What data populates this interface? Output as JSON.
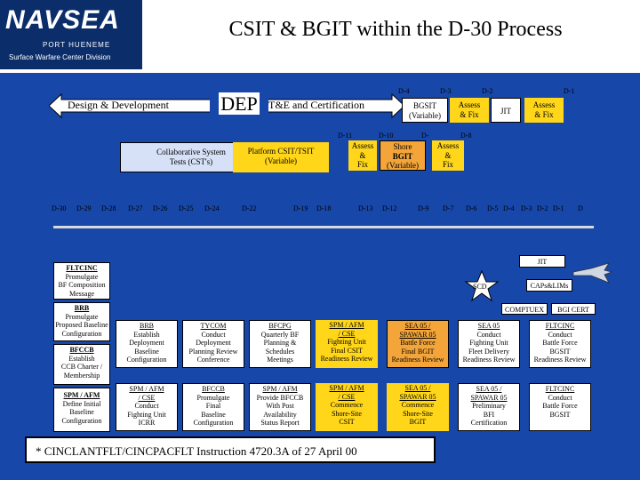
{
  "header": {
    "logo_word": "NAVSEA",
    "logo_sub1": "PORT HUENEME",
    "logo_sub2": "Surface Warfare Center Division",
    "title": "CSIT & BGIT within the D-30 Process"
  },
  "top": {
    "design": "Design & Development",
    "dep": "DEP",
    "te": "T&E and Certification",
    "col_labels": [
      "D-4",
      "D-3",
      "D-2",
      "D-1",
      "D-11",
      "D-10",
      "D-",
      "D-8"
    ],
    "bgsit1": "BGSIT",
    "bgsit2": "(Variable)",
    "assess_fix_a": [
      "Assess",
      "& Fix"
    ],
    "jit_top": "JIT",
    "assess_fix_b": [
      "Assess",
      "& Fix"
    ],
    "assess_fix_c": [
      "Assess",
      "&",
      "Fix"
    ],
    "shore_bgit": [
      "Shore",
      "BGIT",
      "(Variable)"
    ],
    "assess_fix_d": [
      "Assess",
      "&",
      "Fix"
    ],
    "cst": [
      "Collaborative System",
      "Tests (CST's)"
    ],
    "platform": [
      "Platform CSIT/TSIT",
      "(Variable)"
    ]
  },
  "axis": [
    "D-30",
    "D-29",
    "D-28",
    "D-27",
    "D-26",
    "D-25",
    "D-24",
    "D-22",
    "D-19",
    "D-18",
    "D-13",
    "D-12",
    "D-9",
    "D-7",
    "D-6",
    "D-5",
    "D-4",
    "D-3",
    "D-2",
    "D-1",
    "D"
  ],
  "mid": {
    "jit": "JIT",
    "scd": "SCD",
    "cap": "CAPs&LIMs",
    "comptuex": "COMPTUEX",
    "bgi_cert": "BGI CERT"
  },
  "left": {
    "fltcinc_title": "FLTCINC",
    "fltcinc_body": [
      "Promulgate",
      "BF Composition",
      "Message"
    ],
    "brb_title": "BRB",
    "brb_body": [
      "Promulgate",
      "Proposed Baseline",
      "Configuration"
    ],
    "bfccb_title": "BFCCB",
    "bfccb_body": [
      "Establish",
      "CCB Charter /",
      "Membership"
    ],
    "spm_title": "SPM / AFM",
    "spm_body": [
      "Define Initial",
      "Baseline",
      "Configuration"
    ]
  },
  "row1": [
    {
      "t": "BRB",
      "b": [
        "Establish",
        "Deployment",
        "Baseline",
        "Configuration"
      ]
    },
    {
      "t": "TYCOM",
      "b": [
        "Conduct",
        "Deployment",
        "Planning Review",
        "Conference"
      ]
    },
    {
      "t": "BFCPG",
      "b": [
        "Quarterly BF",
        "Planning &",
        "Schedules",
        "Meetings"
      ]
    },
    {
      "t": "SPM / AFM",
      "t2": "/ CSE",
      "b": [
        "Fighting Unit",
        "Final CSIT",
        "Readiness Review"
      ]
    },
    {
      "t": "SEA 05 /",
      "t2": "SPAWAR 05",
      "b": [
        "Battle Force",
        "Final BGIT",
        "Readiness Review"
      ]
    },
    {
      "t": "SEA 05",
      "b": [
        "Conduct",
        "Fighting Unit",
        "Fleet Delivery",
        "Readiness Review"
      ]
    },
    {
      "t": "FLTCINC",
      "b": [
        "Conduct",
        "Battle Force",
        "BGSIT",
        "Readiness Review"
      ]
    }
  ],
  "row2": [
    {
      "t": "SPM / AFM",
      "t2": "/ CSE",
      "b": [
        "Conduct",
        "Fighting Unit",
        "ICRR"
      ]
    },
    {
      "t": "BFCCB",
      "b": [
        "Promulgate",
        "Final",
        "Baseline",
        "Configuration"
      ]
    },
    {
      "t": "SPM / AFM",
      "b": [
        "Provide BFCCB",
        "With Post",
        "Availability",
        "Status Report"
      ]
    },
    {
      "t": "SPM / AFM",
      "t2": "/ CSE",
      "b": [
        "Commence",
        "Shore-Site",
        "CSIT"
      ]
    },
    {
      "t": "SEA 05 /",
      "t2": "SPAWAR 05",
      "b": [
        "Commence",
        "Shore-Site",
        "BGIT"
      ]
    },
    {
      "t": "SEA 05 /",
      "t2": "SPAWAR 05",
      "b": [
        "Preliminary",
        "BFI",
        "Certification"
      ]
    },
    {
      "t": "FLTCINC",
      "b": [
        "Conduct",
        "Battle Force",
        "BGSIT"
      ]
    }
  ],
  "footnote": "* CINCLANTFLT/CINCPACFLT Instruction 4720.3A of 27 April 00",
  "colors": {
    "panel": "#1747a8",
    "yellow": "#ffd61a",
    "orange": "#f3a53a",
    "navy": "#0b2e6b"
  }
}
